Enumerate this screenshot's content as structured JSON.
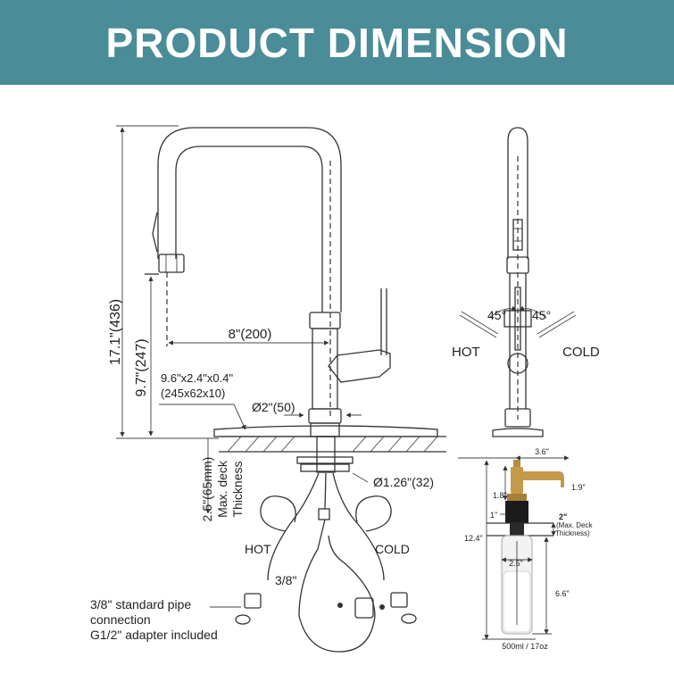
{
  "banner": {
    "title": "PRODUCT DIMENSION",
    "bg_color": "#4a8c97"
  },
  "main_faucet": {
    "height_total": "17.1\"(436)",
    "height_spout": "9.7\"(247)",
    "reach": "8\"(200)",
    "base_diameter": "Ø2\"(50)",
    "deckplate_line1": "9.6\"x2.4\"x0.4\"",
    "deckplate_line2": "(245x62x10)",
    "deck_line1": "2.5\"(65mm)",
    "deck_line2": "Max. deck",
    "deck_line3": "Thickness",
    "shank_diameter": "Ø1.26\"(32)",
    "hose_hot": "HOT",
    "hose_cold": "COLD",
    "hose_size": "3/8\"",
    "note_line1": "3/8\" standard pipe",
    "note_line2": "connection",
    "note_line3": "G1/2\" adapter included"
  },
  "side_view": {
    "angle_left": "45°",
    "angle_right": "45°",
    "hot": "HOT",
    "cold": "COLD"
  },
  "soap_dispenser": {
    "top_width": "3.6\"",
    "head_height": "1.8\"",
    "nozzle": "1.9\"",
    "collar": "1\"",
    "deck_value": "2\"",
    "deck_line1": "(Max. Deck",
    "deck_line2": "Thickness)",
    "total_height": "12.4\"",
    "bottle_width": "2.5\"",
    "bottle_height": "6.6\"",
    "capacity": "500ml / 17oz"
  }
}
